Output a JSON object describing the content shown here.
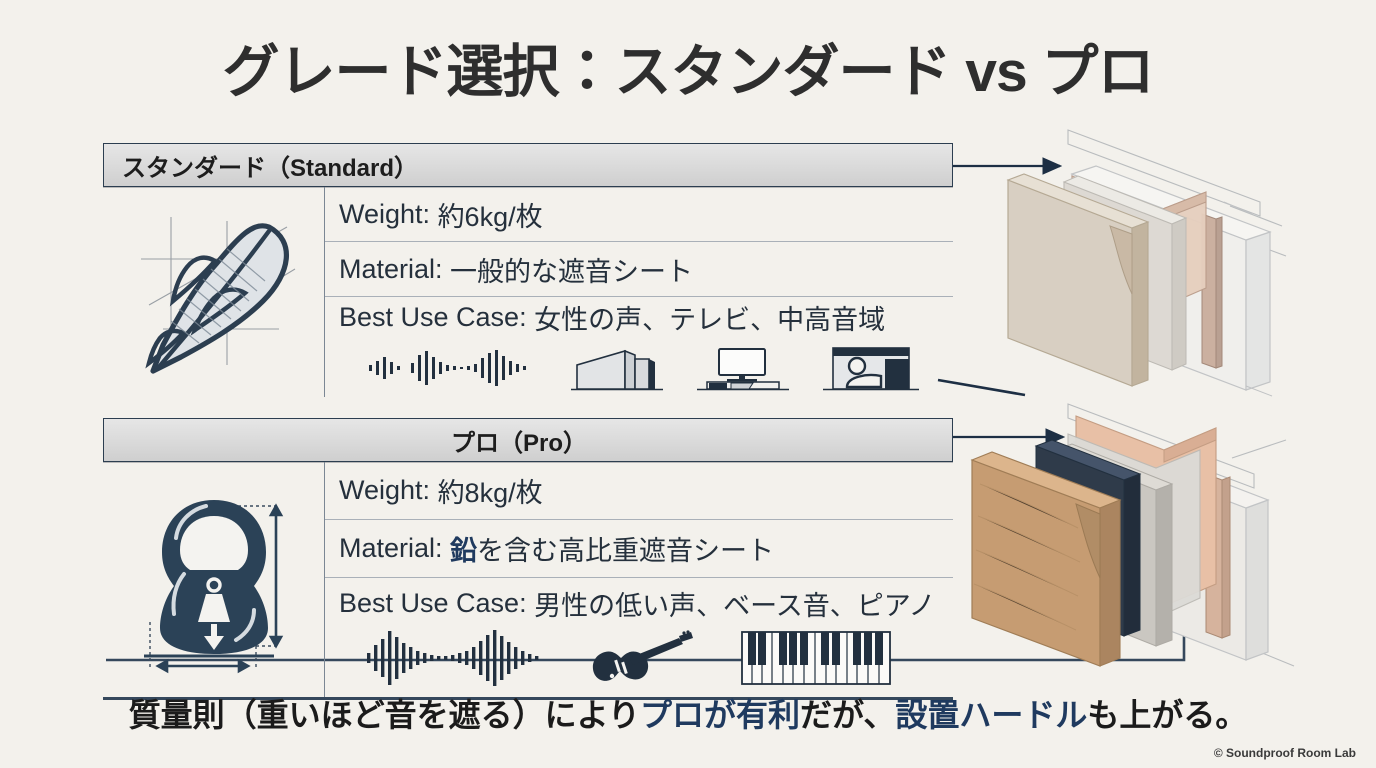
{
  "slide": {
    "title": "グレード選択：スタンダード vs プロ",
    "background_color": "#f3f1ec",
    "accent_color": "#1f3a5f",
    "line_color": "#35485c"
  },
  "standard": {
    "header": "スタンダード（Standard）",
    "icon": "feather-icon",
    "rows": [
      {
        "label": "Weight:",
        "value": "約6kg/枚"
      },
      {
        "label": "Material:",
        "value": "一般的な遮音シート"
      },
      {
        "label": "Best Use Case:",
        "value": "女性の声、テレビ、中高音域"
      }
    ],
    "use_case_icons": [
      "waveform-icon",
      "building-icon",
      "television-icon",
      "person-speaking-icon"
    ],
    "wall_diagram": "standard-wall-assembly-diagram"
  },
  "pro": {
    "header": "プロ（Pro）",
    "icon": "kettlebell-icon",
    "rows": [
      {
        "label": "Weight:",
        "value": "約8kg/枚"
      },
      {
        "label": "Material:",
        "value_highlight": "鉛",
        "value": "を含む高比重遮音シート"
      },
      {
        "label": "Best Use Case:",
        "value": "男性の低い声、ベース音、ピアノ"
      }
    ],
    "use_case_icons": [
      "waveform-icon",
      "bass-guitar-icon",
      "piano-keyboard-icon"
    ],
    "wall_diagram": "pro-wall-assembly-diagram"
  },
  "caption": {
    "part1": "質量則（重いほど音を遮る）により",
    "highlight1": "プロが有利",
    "part2": "だが、",
    "highlight2": "設置ハードル",
    "part3": "も上がる。"
  },
  "footer": {
    "copyright": "© Soundproof Room Lab"
  }
}
